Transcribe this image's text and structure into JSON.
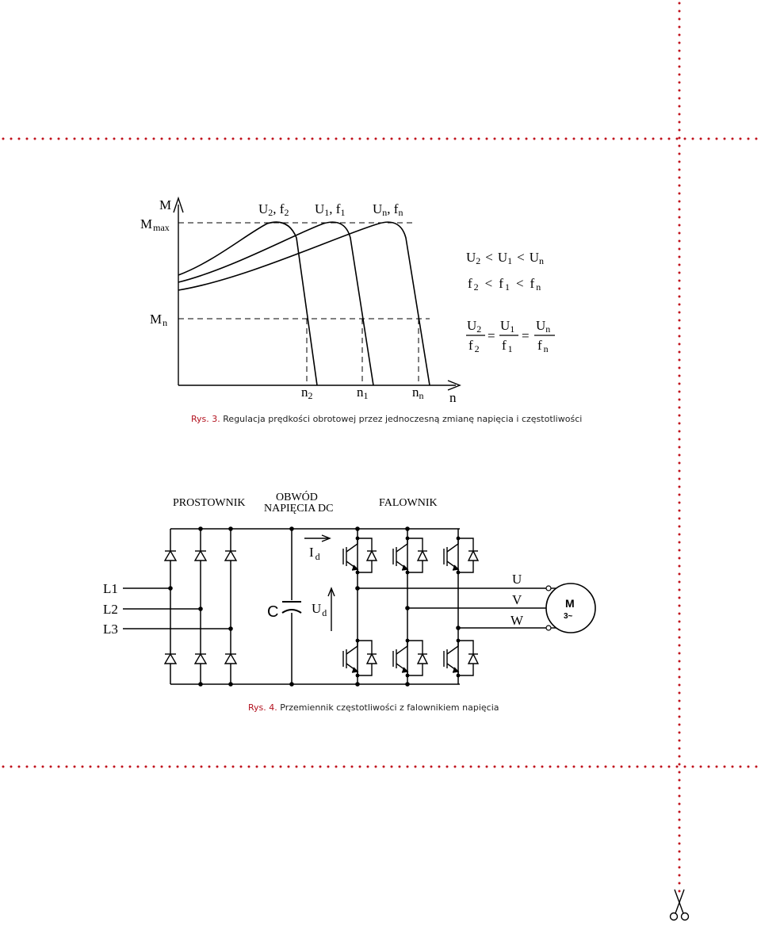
{
  "colors": {
    "border_dots": "#c0121c",
    "caption_accent": "#b3121f",
    "ink": "#000000"
  },
  "figure3": {
    "axis_m": "M",
    "m_max": "M",
    "m_max_sub": "max",
    "m_n": "M",
    "m_n_sub": "n",
    "axis_n": "n",
    "curve_labels": [
      {
        "u": "U",
        "u_sub": "2",
        "f": "f",
        "f_sub": "2"
      },
      {
        "u": "U",
        "u_sub": "1",
        "f": "f",
        "f_sub": "1"
      },
      {
        "u": "U",
        "u_sub": "n",
        "f": "f",
        "f_sub": "n"
      }
    ],
    "speed_labels": [
      {
        "t": "n",
        "sub": "2"
      },
      {
        "t": "n",
        "sub": "1"
      },
      {
        "t": "n",
        "sub": "n"
      }
    ],
    "relations": {
      "line1": [
        "U",
        "2",
        "<",
        "U",
        "1",
        "<",
        "U",
        "n"
      ],
      "line2": [
        "f",
        "2",
        "<",
        "f",
        "1",
        "<",
        "f",
        "n"
      ],
      "ratio_num": [
        [
          "U",
          "2"
        ],
        [
          "U",
          "1"
        ],
        [
          "U",
          "n"
        ]
      ],
      "ratio_den": [
        [
          "f",
          "2"
        ],
        [
          "f",
          "1"
        ],
        [
          "f",
          "n"
        ]
      ],
      "eq": "="
    },
    "caption_prefix": "Rys. 3.",
    "caption_text": " Regulacja prędkości obrotowej przez jednoczesną zmianę napięcia i częstotliwości"
  },
  "figure4": {
    "hdr_rectifier": "PROSTOWNIK",
    "hdr_dc_1": "OBWÓD",
    "hdr_dc_2": "NAPIĘCIA DC",
    "hdr_inverter": "FALOWNIK",
    "lines": [
      "L1",
      "L2",
      "L3"
    ],
    "cap": "C",
    "id": "I",
    "id_sub": "d",
    "ud": "U",
    "ud_sub": "d",
    "phases": [
      "U",
      "V",
      "W"
    ],
    "motor": "M",
    "motor_sub": "3~",
    "caption_prefix": "Rys. 4.",
    "caption_text": " Przemiennik częstotliwości z falownikiem napięcia"
  }
}
